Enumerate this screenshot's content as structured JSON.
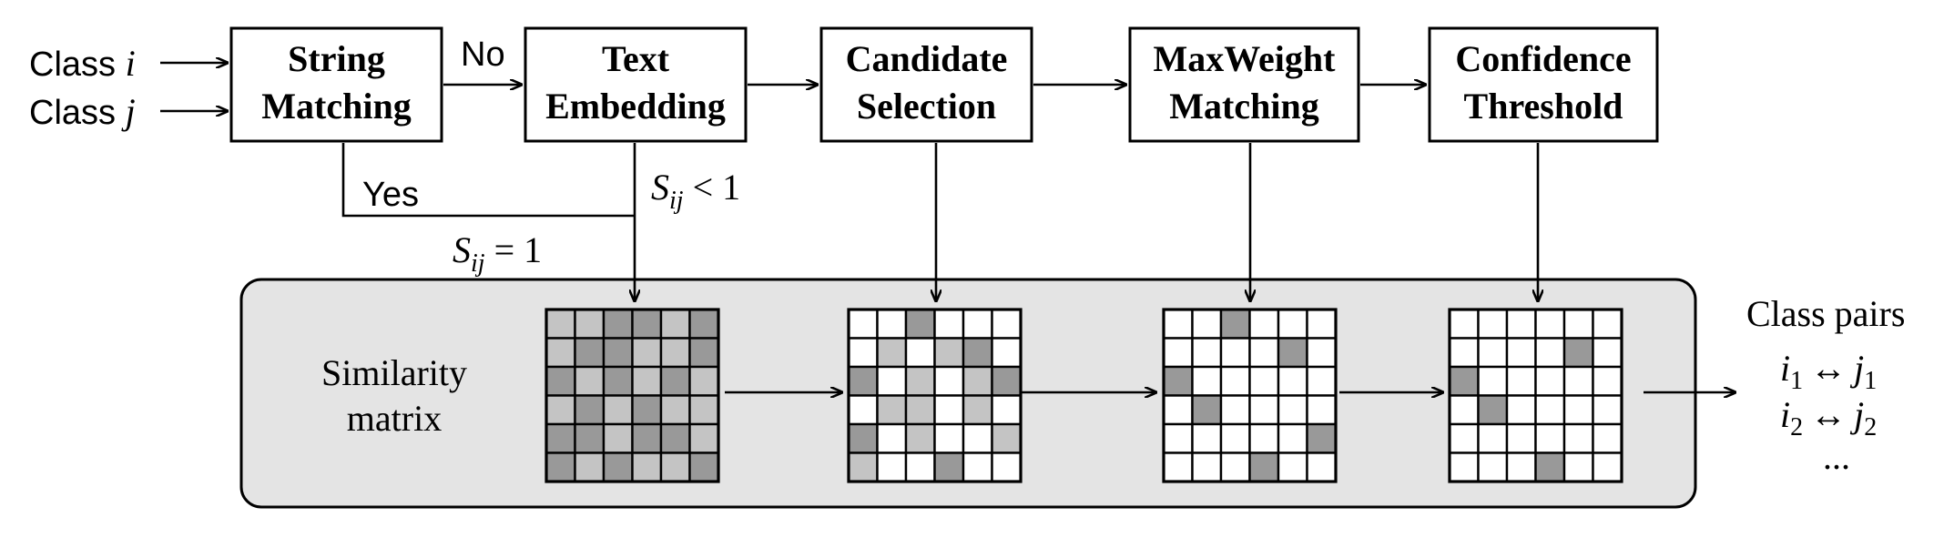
{
  "inputs": {
    "class_word": "Class",
    "class_i_var": "i",
    "class_j_var": "j"
  },
  "boxes": {
    "string_matching": [
      "String",
      "Matching"
    ],
    "text_embedding": [
      "Text",
      "Embedding"
    ],
    "candidate_selection": [
      "Candidate",
      "Selection"
    ],
    "maxweight_matching": [
      "MaxWeight",
      "Matching"
    ],
    "confidence_threshold": [
      "Confidence",
      "Threshold"
    ]
  },
  "edges": {
    "no_label": "No",
    "yes_label": "Yes",
    "s_var": "S",
    "s_sub": "ij",
    "lt_one": "< 1",
    "eq_one": "= 1"
  },
  "panel": {
    "label_line1": "Similarity",
    "label_line2": "matrix",
    "fill_color": "#e4e4e4"
  },
  "output": {
    "title": "Class pairs",
    "pair1_left": "i",
    "pair1_left_sub": "1",
    "pair1_right": "j",
    "pair1_right_sub": "1",
    "pair2_left": "i",
    "pair2_left_sub": "2",
    "pair2_right": "j",
    "pair2_right_sub": "2",
    "arrow_symbol": "↔",
    "ellipsis": "..."
  },
  "colors": {
    "cell_white": "#ffffff",
    "cell_light": "#c4c4c4",
    "cell_dark": "#999999"
  },
  "matrices": [
    [
      [
        1,
        1,
        2,
        2,
        1,
        2
      ],
      [
        1,
        2,
        2,
        1,
        1,
        2
      ],
      [
        2,
        1,
        2,
        1,
        2,
        1
      ],
      [
        1,
        2,
        1,
        2,
        1,
        1
      ],
      [
        2,
        2,
        1,
        2,
        2,
        1
      ],
      [
        2,
        1,
        2,
        1,
        1,
        2
      ]
    ],
    [
      [
        0,
        0,
        2,
        0,
        0,
        0
      ],
      [
        0,
        1,
        0,
        1,
        2,
        0
      ],
      [
        2,
        0,
        1,
        0,
        1,
        2
      ],
      [
        0,
        1,
        1,
        0,
        1,
        0
      ],
      [
        2,
        0,
        1,
        0,
        0,
        1
      ],
      [
        1,
        0,
        0,
        2,
        0,
        0
      ]
    ],
    [
      [
        0,
        0,
        2,
        0,
        0,
        0
      ],
      [
        0,
        0,
        0,
        0,
        2,
        0
      ],
      [
        2,
        0,
        0,
        0,
        0,
        0
      ],
      [
        0,
        2,
        0,
        0,
        0,
        0
      ],
      [
        0,
        0,
        0,
        0,
        0,
        2
      ],
      [
        0,
        0,
        0,
        2,
        0,
        0
      ]
    ],
    [
      [
        0,
        0,
        0,
        0,
        0,
        0
      ],
      [
        0,
        0,
        0,
        0,
        2,
        0
      ],
      [
        2,
        0,
        0,
        0,
        0,
        0
      ],
      [
        0,
        2,
        0,
        0,
        0,
        0
      ],
      [
        0,
        0,
        0,
        0,
        0,
        0
      ],
      [
        0,
        0,
        0,
        2,
        0,
        0
      ]
    ]
  ]
}
